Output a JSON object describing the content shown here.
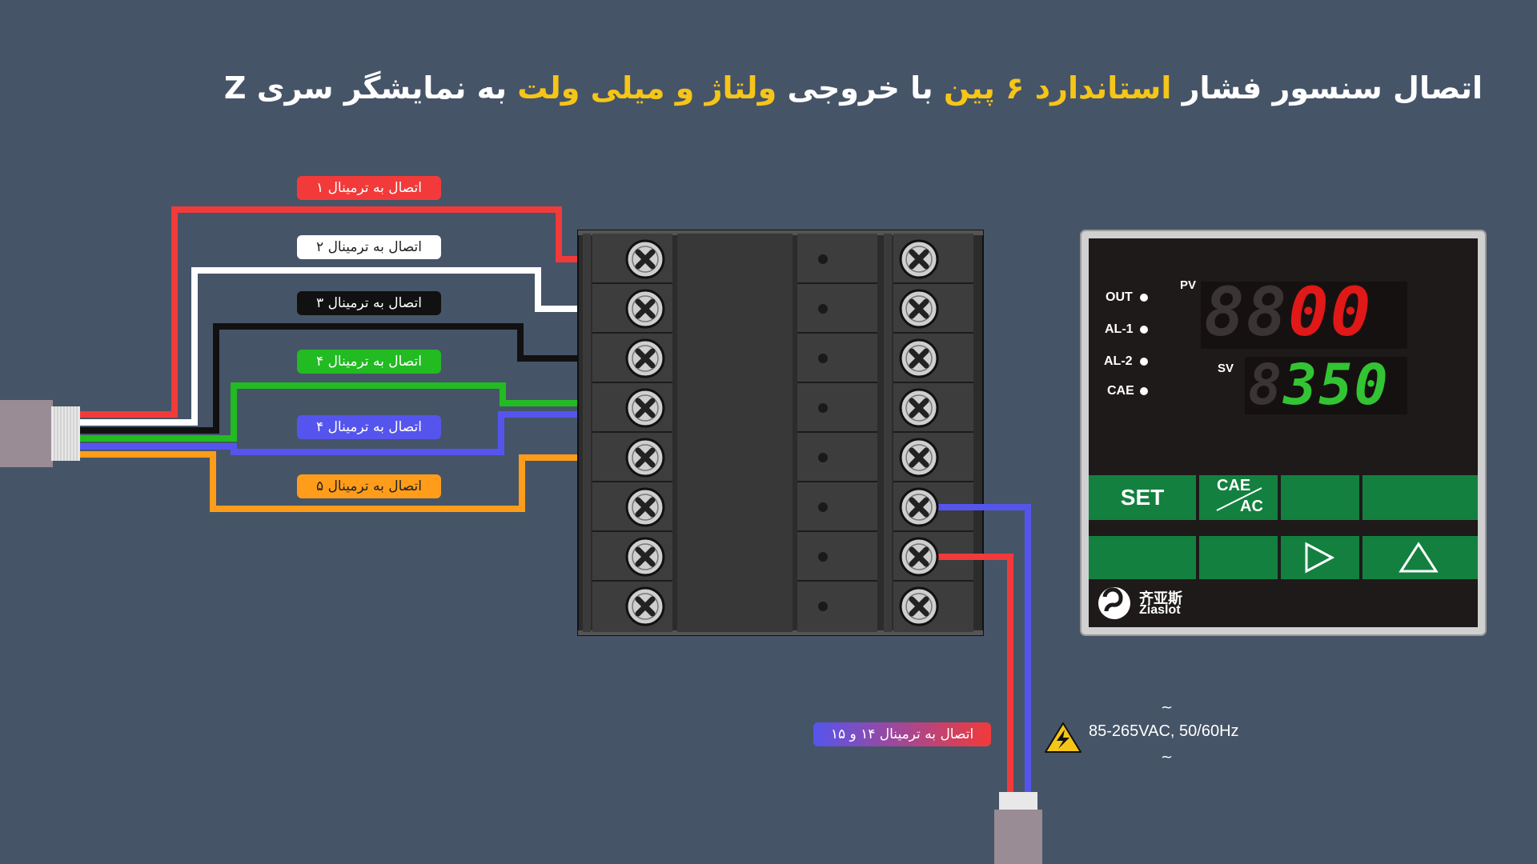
{
  "title": {
    "part1": "اتصال سنسور فشار",
    "part2": "استاندارد ۶ پین",
    "part3": "با خروجی",
    "part4": "ولتاژ و میلی ولت",
    "part5": "به نمایشگر سری Z"
  },
  "wire_labels": [
    {
      "text": "اتصال به ترمینال ۱",
      "bg": "#f23a3a",
      "fg": "#ffffff"
    },
    {
      "text": "اتصال به ترمینال ۲",
      "bg": "#ffffff",
      "fg": "#222222"
    },
    {
      "text": "اتصال به ترمینال ۳",
      "bg": "#111111",
      "fg": "#ffffff"
    },
    {
      "text": "اتصال به ترمینال ۴",
      "bg": "#22bb22",
      "fg": "#ffffff"
    },
    {
      "text": "اتصال به ترمینال ۴",
      "bg": "#5555ee",
      "fg": "#ffffff"
    },
    {
      "text": "اتصال به ترمینال ۵",
      "bg": "#ff9d1a",
      "fg": "#222222"
    }
  ],
  "power": {
    "label": "اتصال به ترمینال ۱۴ و ۱۵",
    "spec": "85-265VAC, 50/60Hz",
    "tilde": "~"
  },
  "controller": {
    "indicators": [
      "OUT",
      "AL-1",
      "AL-2",
      "CAE"
    ],
    "pv_label": "PV",
    "sv_label": "SV",
    "pv_ghost": "88",
    "pv_value": "00",
    "sv_ghost": "8",
    "sv_value": "350",
    "set_label": "SET",
    "cae_label": "CAE",
    "ac_label": "AC",
    "brand_cn": "齐亚斯",
    "brand_en": "Ziaslot"
  },
  "colors": {
    "background": "#465468",
    "accent": "#f5c518",
    "red": "#f23a3a",
    "white": "#ffffff",
    "black": "#111111",
    "green": "#22bb22",
    "blue": "#5555ee",
    "orange": "#ff9d1a",
    "panel_green": "#138040",
    "pv_digit": "#e01818",
    "sv_digit": "#33c433"
  }
}
